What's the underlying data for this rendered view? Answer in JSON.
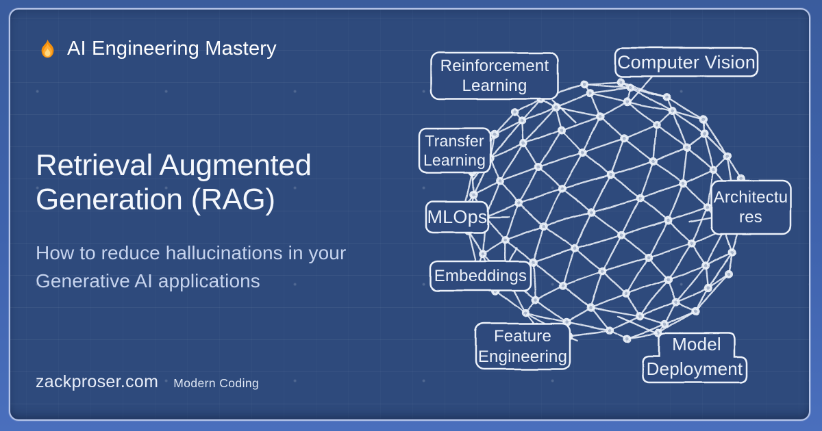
{
  "brand": {
    "name": "AI Engineering Mastery",
    "icon": "fire-icon"
  },
  "hero": {
    "title": "Retrieval Augmented Generation (RAG)",
    "title_lines": [
      "Retrieval Augmented",
      "Generation (RAG)"
    ],
    "subtitle": "How to reduce hallucinations in your Generative AI applications",
    "subtitle_lines": [
      "How to reduce hallucinations in your",
      "Generative AI applications"
    ]
  },
  "footer": {
    "site": "zackproser.com",
    "tagline": "Modern Coding"
  },
  "network": {
    "labels": [
      {
        "id": "reinforcement-learning",
        "text": "Reinforcement Learning",
        "lines": [
          "Reinforcement",
          "Learning"
        ]
      },
      {
        "id": "computer-vision",
        "text": "Computer Vision",
        "lines": [
          "Computer Vision"
        ]
      },
      {
        "id": "transfer-learning",
        "text": "Transfer Learning",
        "lines": [
          "Transfer",
          "Learning"
        ]
      },
      {
        "id": "mlops",
        "text": "MLOps",
        "lines": [
          "MLOps"
        ]
      },
      {
        "id": "architectures",
        "text": "Architectures",
        "lines": [
          "Architectu",
          "res"
        ]
      },
      {
        "id": "embeddings",
        "text": "Embeddings",
        "lines": [
          "Embeddings"
        ]
      },
      {
        "id": "feature-engineering",
        "text": "Feature Engineering",
        "lines": [
          "Feature",
          "Engineering"
        ]
      },
      {
        "id": "model-deployment",
        "text": "Model Deployment",
        "lines": [
          "Model",
          "Deployment"
        ]
      }
    ]
  },
  "colors": {
    "outer_top": "#3a5c9d",
    "outer_bottom": "#4a6fbd",
    "card": "#2e4a7c",
    "card_border": "#b9c7ea",
    "ink": "#edf2fa",
    "title": "#f5f8fd",
    "subtitle": "#c7d4ee",
    "flame_orange": "#f4900c",
    "flame_mid": "#ffac33",
    "flame_yellow": "#ffd983"
  }
}
